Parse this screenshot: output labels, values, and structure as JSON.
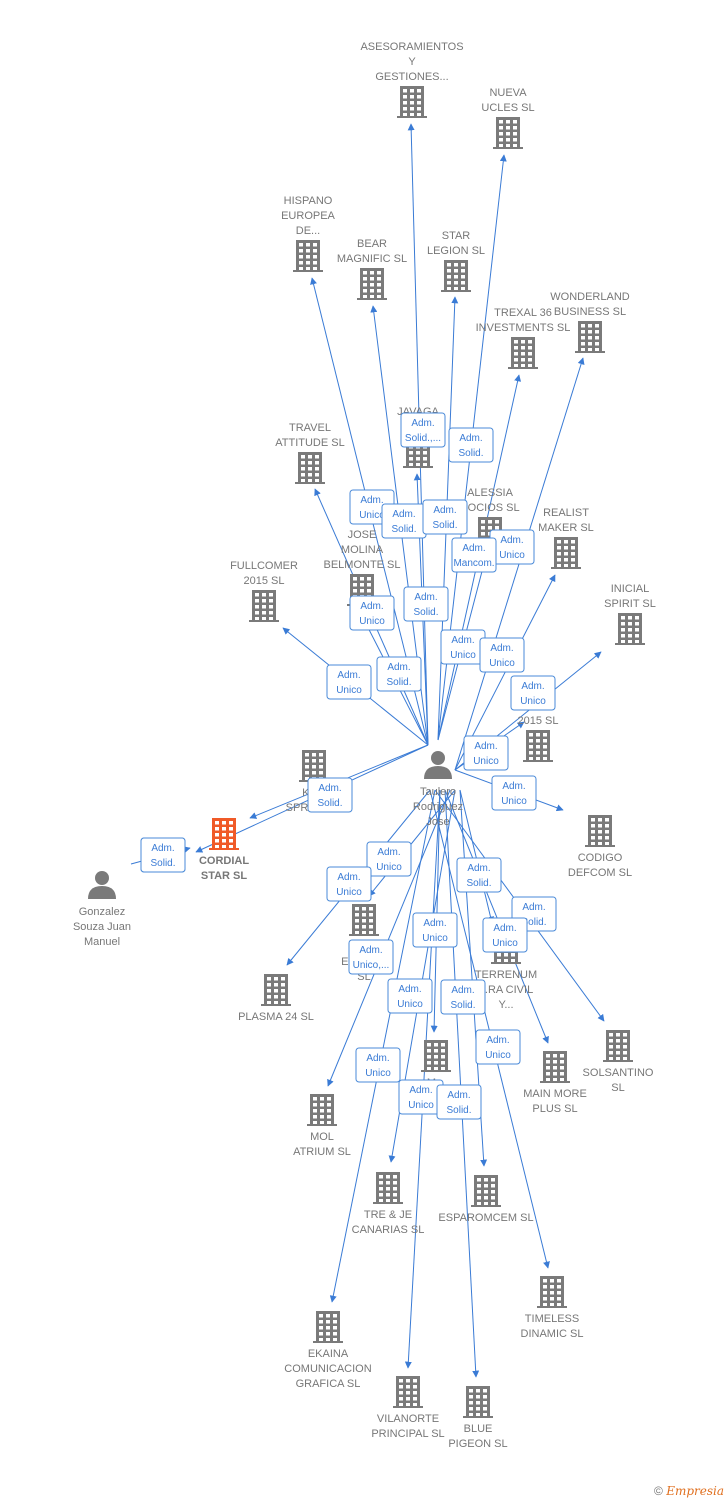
{
  "footer": {
    "copyright": "©",
    "brand": "Empresia"
  },
  "colors": {
    "edge": "#3a7bd5",
    "building": "#7a7a7a",
    "highlight": "#f05a28",
    "person": "#7a7a7a"
  },
  "center": {
    "id": "taulero",
    "type": "person",
    "label": [
      "Taulero",
      "Rodriguez",
      "Jose"
    ]
  },
  "nodes": [
    {
      "id": "asesoramientos",
      "type": "company",
      "label": [
        "ASESORAMIENTOS",
        "Y",
        "GESTIONES..."
      ]
    },
    {
      "id": "nueva_ucles",
      "type": "company",
      "label": [
        "NUEVA",
        "UCLES SL"
      ]
    },
    {
      "id": "hispano",
      "type": "company",
      "label": [
        "HISPANO",
        "EUROPEA",
        "DE..."
      ]
    },
    {
      "id": "bear",
      "type": "company",
      "label": [
        "BEAR",
        "MAGNIFIC SL"
      ]
    },
    {
      "id": "star_legion",
      "type": "company",
      "label": [
        "STAR",
        "LEGION SL"
      ]
    },
    {
      "id": "wonderland",
      "type": "company",
      "label": [
        "WONDERLAND",
        "BUSINESS SL"
      ]
    },
    {
      "id": "trexal",
      "type": "company",
      "label": [
        "TREXAL 36",
        "INVESTMENTS SL"
      ]
    },
    {
      "id": "javaga",
      "type": "company",
      "label": [
        "JAVAGA",
        "MA..."
      ]
    },
    {
      "id": "travel",
      "type": "company",
      "label": [
        "TRAVEL",
        "ATTITUDE SL"
      ]
    },
    {
      "id": "alessia",
      "type": "company",
      "label": [
        "ALESSIA",
        "SOCIOS SL"
      ]
    },
    {
      "id": "realist",
      "type": "company",
      "label": [
        "REALIST",
        "MAKER SL"
      ]
    },
    {
      "id": "jose_molina",
      "type": "company",
      "label": [
        "JOSE",
        "MOLINA",
        "BELMONTE SL"
      ]
    },
    {
      "id": "fullcomer",
      "type": "company",
      "label": [
        "FULLCOMER",
        "2015 SL"
      ]
    },
    {
      "id": "inicial",
      "type": "company",
      "label": [
        "INICIAL",
        "SPIRIT SL"
      ]
    },
    {
      "id": "e_2015",
      "type": "company",
      "label": [
        "E...AR",
        "2015 SL"
      ]
    },
    {
      "id": "ka_sprint",
      "type": "company",
      "label": [
        "KA...",
        "SPRINT SL"
      ]
    },
    {
      "id": "cordial",
      "type": "company",
      "highlight": true,
      "label": [
        "CORDIAL",
        "STAR SL"
      ]
    },
    {
      "id": "gonzalez",
      "type": "person",
      "label": [
        "Gonzalez",
        "Souza Juan",
        "Manuel"
      ]
    },
    {
      "id": "codigo",
      "type": "company",
      "label": [
        "CODIGO",
        "DEFCOM SL"
      ]
    },
    {
      "id": "r_expe",
      "type": "company",
      "label": [
        "R...",
        "EXPE...A",
        "SL"
      ]
    },
    {
      "id": "terrenum",
      "type": "company",
      "label": [
        "TERRENUM",
        "...RA CIVIL",
        "Y..."
      ]
    },
    {
      "id": "plasma",
      "type": "company",
      "label": [
        "PLASMA 24 SL"
      ]
    },
    {
      "id": "solsantino",
      "type": "company",
      "label": [
        "SOLSANTINO",
        "SL"
      ]
    },
    {
      "id": "m_center",
      "type": "company",
      "label": [
        "M..."
      ]
    },
    {
      "id": "main_more",
      "type": "company",
      "label": [
        "MAIN MORE",
        "PLUS SL"
      ]
    },
    {
      "id": "mol_atrium",
      "type": "company",
      "label": [
        "MOL",
        "ATRIUM SL"
      ]
    },
    {
      "id": "tre_je",
      "type": "company",
      "label": [
        "TRE & JE",
        "CANARIAS SL"
      ]
    },
    {
      "id": "esparomcem",
      "type": "company",
      "label": [
        "ESPAROMCEM SL"
      ]
    },
    {
      "id": "timeless",
      "type": "company",
      "label": [
        "TIMELESS",
        "DINAMIC SL"
      ]
    },
    {
      "id": "ekaina",
      "type": "company",
      "label": [
        "EKAINA",
        "COMUNICACION",
        "GRAFICA SL"
      ]
    },
    {
      "id": "vilanorte",
      "type": "company",
      "label": [
        "VILANORTE",
        "PRINCIPAL SL"
      ]
    },
    {
      "id": "blue_pigeon",
      "type": "company",
      "label": [
        "BLUE",
        "PIGEON SL"
      ]
    }
  ],
  "edges": [
    {
      "from": "taulero",
      "to": "asesoramientos",
      "role": [
        "Adm.",
        "Solid.,..."
      ]
    },
    {
      "from": "taulero",
      "to": "nueva_ucles",
      "role": [
        "Adm.",
        "Solid."
      ]
    },
    {
      "from": "taulero",
      "to": "hispano",
      "role": [
        "Adm.",
        "Unico"
      ]
    },
    {
      "from": "taulero",
      "to": "bear",
      "role": [
        "Adm.",
        "Solid."
      ]
    },
    {
      "from": "taulero",
      "to": "star_legion",
      "role": [
        "Adm.",
        "Solid."
      ]
    },
    {
      "from": "taulero",
      "to": "wonderland",
      "role": [
        "Adm.",
        "Unico"
      ]
    },
    {
      "from": "taulero",
      "to": "trexal",
      "role": [
        "Adm.",
        "Mancom."
      ]
    },
    {
      "from": "taulero",
      "to": "javaga",
      "role": [
        "Adm.",
        "Solid."
      ]
    },
    {
      "from": "taulero",
      "to": "travel",
      "role": [
        "Adm.",
        "Unico"
      ]
    },
    {
      "from": "taulero",
      "to": "alessia",
      "role": [
        "Adm.",
        "Unico"
      ]
    },
    {
      "from": "taulero",
      "to": "realist",
      "role": [
        "Adm.",
        "Unico"
      ]
    },
    {
      "from": "taulero",
      "to": "jose_molina",
      "role": [
        "Adm.",
        "Solid."
      ]
    },
    {
      "from": "taulero",
      "to": "fullcomer",
      "role": [
        "Adm.",
        "Unico"
      ]
    },
    {
      "from": "taulero",
      "to": "inicial",
      "role": [
        "Adm.",
        "Unico"
      ]
    },
    {
      "from": "taulero",
      "to": "e_2015",
      "role": [
        "Adm.",
        "Unico"
      ]
    },
    {
      "from": "taulero",
      "to": "ka_sprint",
      "role": [
        "Adm.",
        "Solid."
      ]
    },
    {
      "from": "taulero",
      "to": "cordial",
      "role": [
        "Adm.",
        "Solid."
      ]
    },
    {
      "from": "gonzalez",
      "to": "cordial",
      "role": [
        "Adm.",
        "Solid."
      ]
    },
    {
      "from": "taulero",
      "to": "codigo",
      "role": [
        "Adm.",
        "Unico"
      ]
    },
    {
      "from": "taulero",
      "to": "r_expe",
      "role": [
        "Adm.",
        "Unico"
      ]
    },
    {
      "from": "taulero",
      "to": "terrenum",
      "role": [
        "Adm.",
        "Solid."
      ]
    },
    {
      "from": "taulero",
      "to": "plasma",
      "role": [
        "Adm.",
        "Unico"
      ]
    },
    {
      "from": "taulero",
      "to": "solsantino",
      "role": [
        "Adm.",
        "Solid."
      ]
    },
    {
      "from": "taulero",
      "to": "m_center",
      "role": [
        "Adm.",
        "Unico"
      ]
    },
    {
      "from": "taulero",
      "to": "main_more",
      "role": [
        "Adm.",
        "Unico"
      ]
    },
    {
      "from": "taulero",
      "to": "mol_atrium",
      "role": [
        "Adm.",
        "Unico,..."
      ]
    },
    {
      "from": "taulero",
      "to": "tre_je",
      "role": [
        "Adm.",
        "Unico"
      ]
    },
    {
      "from": "taulero",
      "to": "esparomcem",
      "role": [
        "Adm.",
        "Solid."
      ]
    },
    {
      "from": "taulero",
      "to": "timeless",
      "role": [
        "Adm.",
        "Unico"
      ]
    },
    {
      "from": "taulero",
      "to": "ekaina",
      "role": [
        "Adm.",
        "Unico"
      ]
    },
    {
      "from": "taulero",
      "to": "vilanorte",
      "role": [
        "Adm.",
        "Unico"
      ]
    },
    {
      "from": "taulero",
      "to": "blue_pigeon",
      "role": [
        "Adm.",
        "Solid."
      ]
    }
  ]
}
